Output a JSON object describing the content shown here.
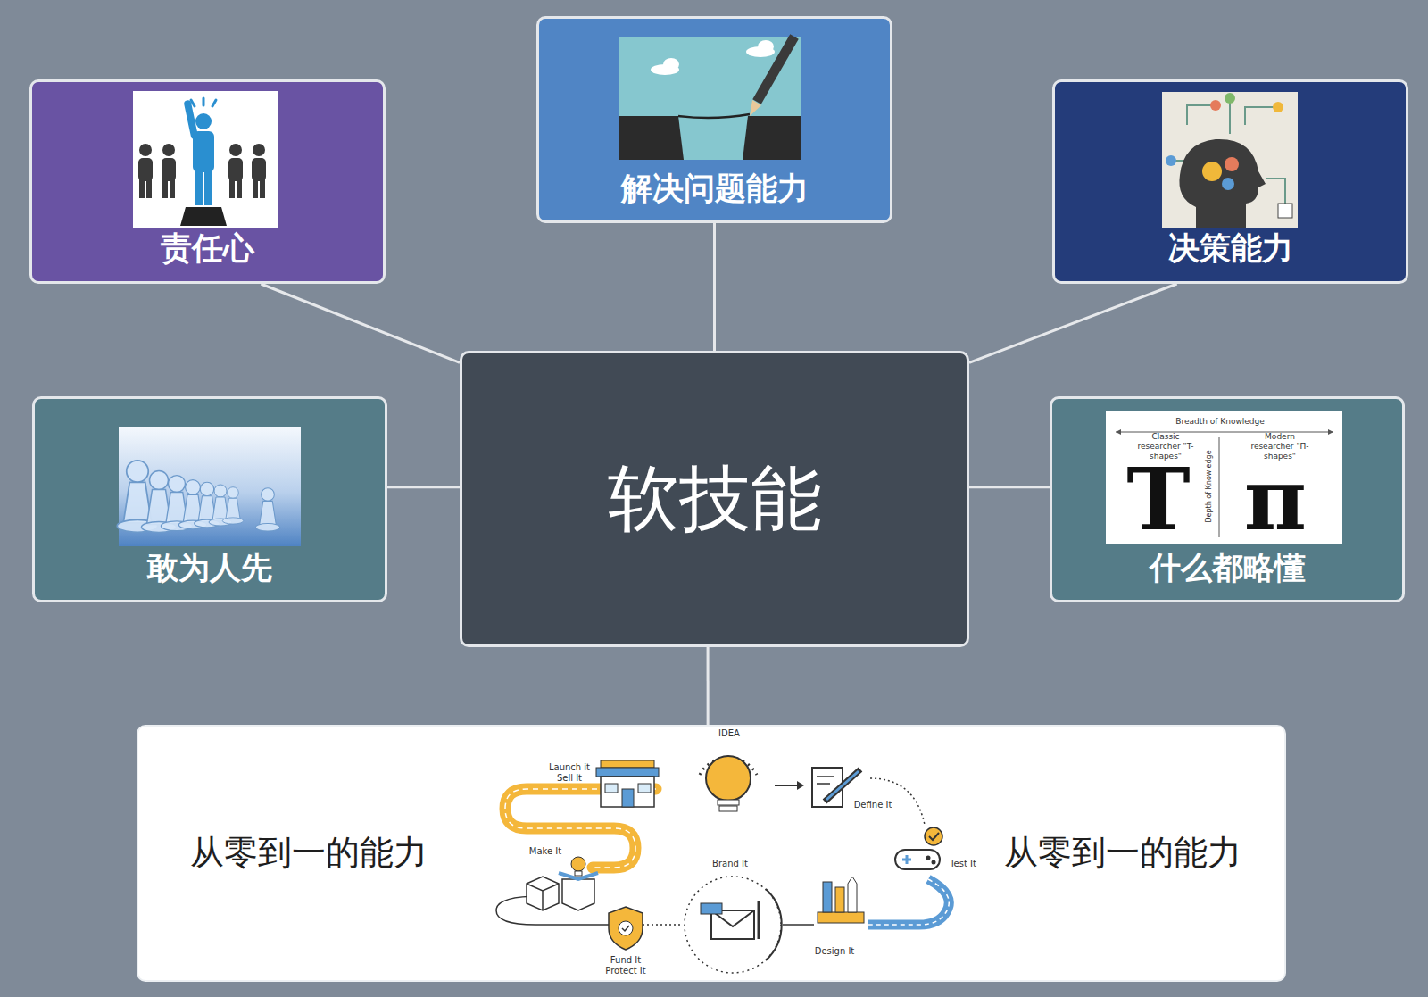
{
  "diagram": {
    "nodes": [
      {
        "text": [
          "责任心"
        ]
      },
      {
        "text": [
          "解决问题能力"
        ]
      },
      {
        "text": [
          "决策能力"
        ]
      },
      {
        "text": [
          "敢为人先"
        ]
      },
      {
        "text": [
          "软技能"
        ]
      },
      {
        "text": [
          "什么都略懂"
        ]
      },
      {
        "text": [
          "从零到一的能力",
          "从零到一的能力"
        ]
      }
    ],
    "edges": [
      {
        "from": 4,
        "to": 0,
        "arrow": "none"
      },
      {
        "from": 4,
        "to": 1,
        "arrow": "none"
      },
      {
        "from": 4,
        "to": 2,
        "arrow": "none"
      },
      {
        "from": 4,
        "to": 3,
        "arrow": "none"
      },
      {
        "from": 4,
        "to": 5,
        "arrow": "none"
      },
      {
        "from": 4,
        "to": 6,
        "arrow": "none"
      }
    ],
    "labels": [
      "Breadth of Knowledge",
      "Classic researcher \"T-shapes\"",
      "Depth of Knowledge",
      "Modern researcher \"Π-shapes\"",
      "T",
      "π",
      "IDEA",
      "Launch it Sell It",
      "Define It",
      "Make It",
      "Brand It",
      "Test It",
      "Design It",
      "Fund It Protect It"
    ]
  }
}
